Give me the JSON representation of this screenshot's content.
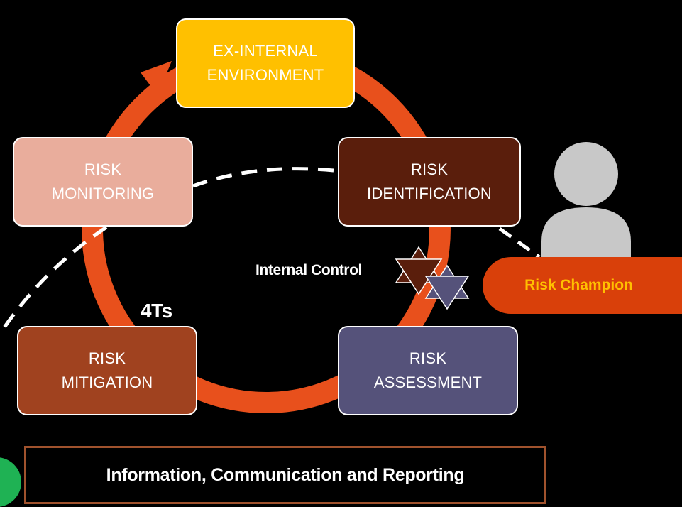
{
  "colors": {
    "background": "#000000",
    "cycle_arrow": "#e8501c",
    "environment_box": "#ffc000",
    "identification_box": "#5a1e0c",
    "monitoring_box": "#e9ad9c",
    "mitigation_box": "#a0421f",
    "assessment_box": "#55527a",
    "box_text_dark": "#ffffff",
    "box_text_light": "#ffffff",
    "dashed_line": "#ffffff",
    "star_dark": "#5a1e0c",
    "star_light": "#55527a",
    "star_outline": "#ffffff",
    "champion_pill": "#d9400a",
    "champion_text": "#ffc000",
    "person_icon": "#c8c8c8",
    "reporting_border": "#a0522d",
    "reporting_text": "#ffffff",
    "green_marker": "#1fb254"
  },
  "cycle": {
    "environment": {
      "line1": "EX-INTERNAL",
      "line2": "ENVIRONMENT"
    },
    "identification": {
      "line1": "RISK",
      "line2": "IDENTIFICATION"
    },
    "assessment": {
      "line1": "RISK",
      "line2": "ASSESSMENT"
    },
    "mitigation": {
      "line1": "RISK",
      "line2": "MITIGATION"
    },
    "monitoring": {
      "line1": "RISK",
      "line2": "MONITORING"
    }
  },
  "annotations": {
    "internal_control": "Internal Control",
    "four_ts": "4Ts"
  },
  "risk_champion": {
    "label": "Risk Champion",
    "icon": "person-icon"
  },
  "reporting": {
    "label": "Information, Communication and Reporting"
  },
  "icons": {
    "cycle": "circular-arrow-icon",
    "stars": "six-pointed-star-icon",
    "person": "person-icon"
  }
}
